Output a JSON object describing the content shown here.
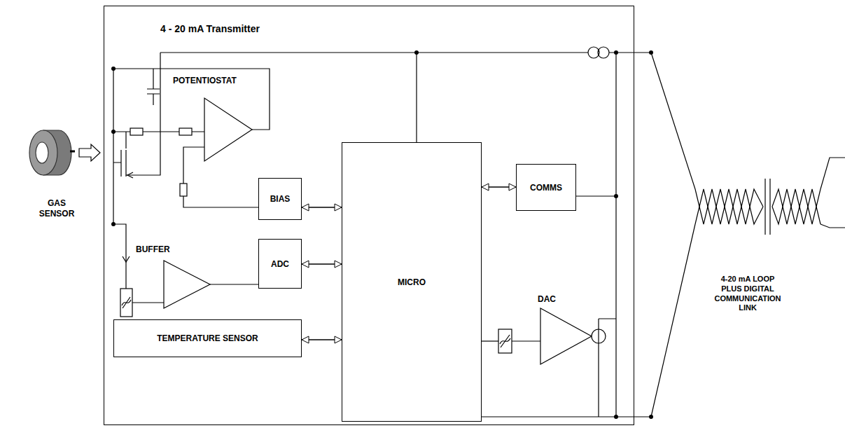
{
  "diagram": {
    "nodes": [
      {
        "text": [
          "4 - 20 mA Transmitter"
        ]
      },
      {
        "text": [
          "BIAS"
        ],
        "in": 0
      },
      {
        "text": [
          "ADC"
        ],
        "in": 0
      },
      {
        "text": [
          "MICRO"
        ],
        "in": 0
      },
      {
        "text": [
          "COMMS"
        ],
        "in": 0
      },
      {
        "text": [
          "TEMPERATURE SENSOR"
        ],
        "in": 0
      }
    ],
    "edges": [
      {
        "from": 1,
        "to": 3,
        "arrow": "both"
      },
      {
        "from": 2,
        "to": 3,
        "arrow": "both"
      },
      {
        "from": 3,
        "to": 4,
        "arrow": "both"
      },
      {
        "from": 5,
        "to": 3,
        "arrow": "both"
      }
    ],
    "labels": [
      "POTENTIOSTAT",
      "BUFFER",
      "DAC",
      "GAS SENSOR",
      "4-20 mA LOOP PLUS DIGITAL COMMUNICATION LINK"
    ]
  }
}
